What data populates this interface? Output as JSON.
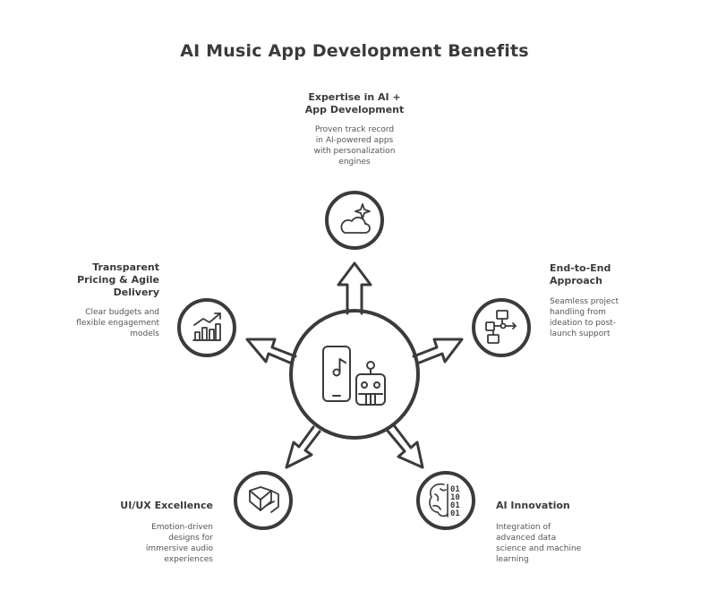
{
  "title": "AI Music App Development Benefits",
  "center_icons": [
    "smartphone-music-icon",
    "robot-icon"
  ],
  "nodes": [
    {
      "id": "top",
      "heading": "Expertise in AI +\nApp Development",
      "description": "Proven track record\nin AI-powered apps\nwith personalization\nengines",
      "icon": "cloud-sparkle-icon"
    },
    {
      "id": "right",
      "heading": "End-to-End\nApproach",
      "description": "Seamless project\nhandling from\nideation to post-\nlaunch support",
      "icon": "workflow-icon"
    },
    {
      "id": "bottom-right",
      "heading": "AI Innovation",
      "description": "Integration of\nadvanced data\nscience and machine\nlearning",
      "icon": "brain-binary-icon"
    },
    {
      "id": "bottom-left",
      "heading": "UI/UX Excellence",
      "description": "Emotion-driven\ndesigns for\nimmersive audio\nexperiences",
      "icon": "material-design-icon"
    },
    {
      "id": "left",
      "heading": "Transparent\nPricing & Agile\nDelivery",
      "description": "Clear budgets and\nflexible engagement\nmodels",
      "icon": "growth-chart-icon"
    }
  ],
  "colors": {
    "stroke": "#3b3b3b",
    "text": "#3b3b3b",
    "muted_text": "#555555",
    "background": "#ffffff"
  }
}
